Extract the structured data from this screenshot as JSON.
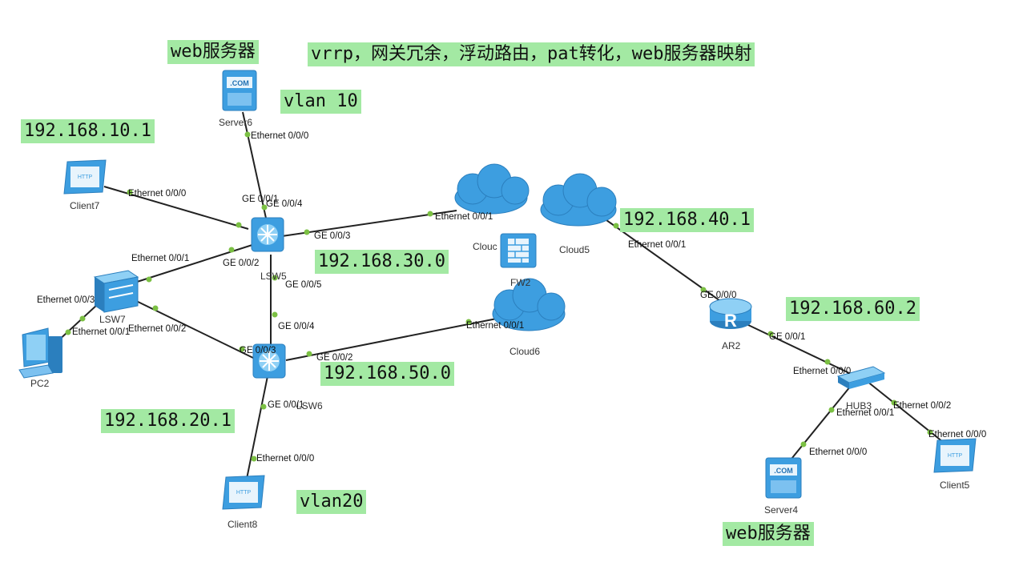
{
  "annotations": {
    "web_server_top": "web服务器",
    "title": "vrrp，网关冗余，浮动路由，pat转化，web服务器映射",
    "vlan10": "vlan 10",
    "ip_10_1": "192.168.10.1",
    "ip_40_1": "192.168.40.1",
    "ip_30_0": "192.168.30.0",
    "ip_60_2": "192.168.60.2",
    "ip_50_0": "192.168.50.0",
    "ip_20_1": "192.168.20.1",
    "vlan20": "vlan20",
    "web_server_bottom": "web服务器"
  },
  "devices": {
    "server6": "Server6",
    "client7": "Client7",
    "lsw5": "LSW5",
    "lsw7": "LSW7",
    "lsw6": "LSW6",
    "pc2": "PC2",
    "client8": "Client8",
    "cloud": "Clouc",
    "fw2": "FW2",
    "cloud5": "Cloud5",
    "cloud6": "Cloud6",
    "ar2": "AR2",
    "hub3": "HUB3",
    "server4": "Server4",
    "client5": "Client5"
  },
  "icon_text": {
    "com": ".COM",
    "http": "HTTP"
  },
  "ports": {
    "server6_eth000": "Ethernet 0/0/0",
    "lsw5_ge001": "GE 0/0/1",
    "lsw5_ge004": "GE 0/0/4",
    "client7_eth000": "Ethernet 0/0/0",
    "lsw5_ge003": "GE 0/0/3",
    "cloud_eth001": "Ethernet 0/0/1",
    "lsw7_eth001": "Ethernet 0/0/1",
    "lsw5_ge002": "GE 0/0/2",
    "lsw5_ge005": "GE 0/0/5",
    "lsw7_eth003": "Ethernet 0/0/3",
    "pc2_eth001": "Ethernet 0/0/1",
    "lsw7_eth002": "Ethernet 0/0/2",
    "lsw6_ge004": "GE 0/0/4",
    "lsw6_ge003": "GE 0/0/3",
    "lsw6_ge002": "GE 0/0/2",
    "cloud6_eth001": "Ethernet 0/0/1",
    "lsw6_ge001": "GE 0/0/1",
    "client8_eth000": "Ethernet 0/0/0",
    "cloud5_eth001": "Ethernet 0/0/1",
    "ar2_ge000": "GE 0/0/0",
    "ar2_ge001": "GE 0/0/1",
    "hub3_eth000": "Ethernet 0/0/0",
    "hub3_eth001": "Ethernet 0/0/1",
    "hub3_eth002": "Ethernet 0/0/2",
    "server4_eth000": "Ethernet 0/0/0",
    "client5_eth000": "Ethernet 0/0/0"
  },
  "colors": {
    "label_bg": "#a3e9a3",
    "link": "#222222",
    "port_dot": "#7bc043",
    "icon_blue": "#3d9ee0"
  }
}
